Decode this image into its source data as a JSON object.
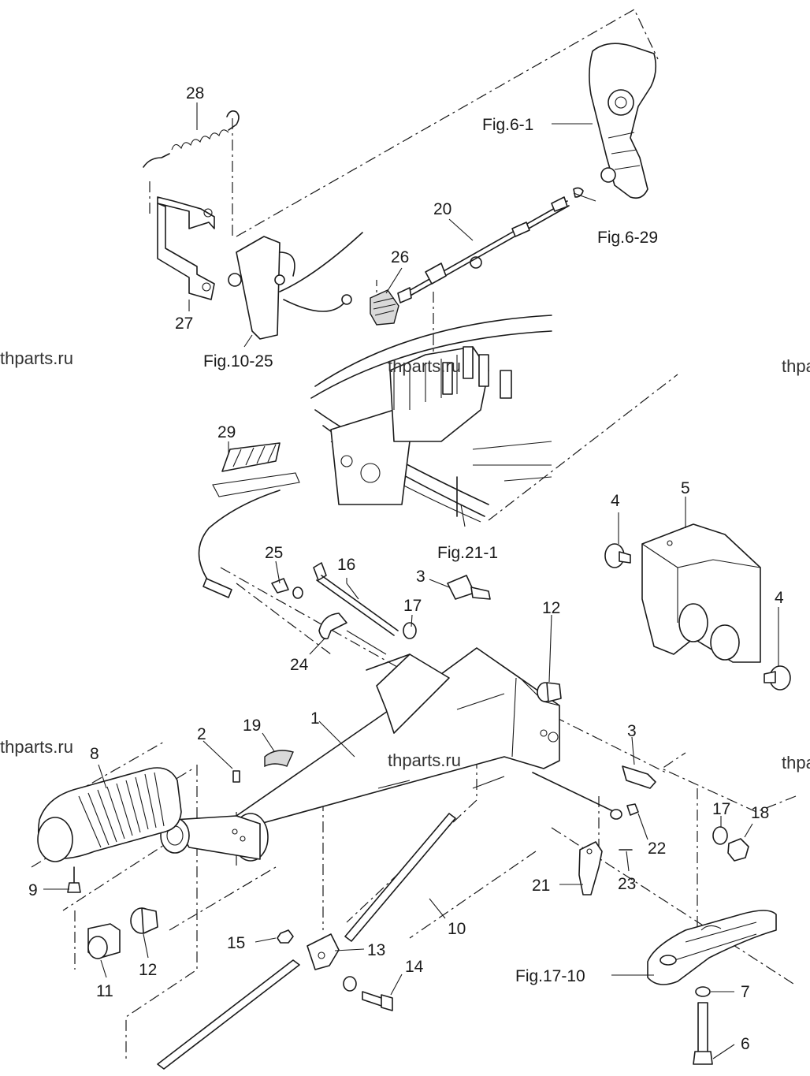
{
  "watermark": "thparts.ru",
  "callouts": {
    "c1": "1",
    "c2": "2",
    "c3a": "3",
    "c3b": "3",
    "c4a": "4",
    "c4b": "4",
    "c5": "5",
    "c6": "6",
    "c7": "7",
    "c8": "8",
    "c9": "9",
    "c10": "10",
    "c11": "11",
    "c12a": "12",
    "c12b": "12",
    "c13": "13",
    "c14": "14",
    "c15": "15",
    "c16": "16",
    "c17a": "17",
    "c17b": "17",
    "c18": "18",
    "c19": "19",
    "c20": "20",
    "c21": "21",
    "c22": "22",
    "c23": "23",
    "c24": "24",
    "c25": "25",
    "c26": "26",
    "c27": "27",
    "c28": "28",
    "c29": "29"
  },
  "figure_refs": {
    "fig6_1": "Fig.6-1",
    "fig6_29": "Fig.6-29",
    "fig10_25": "Fig.10-25",
    "fig21_1": "Fig.21-1",
    "fig17_10": "Fig.17-10"
  }
}
